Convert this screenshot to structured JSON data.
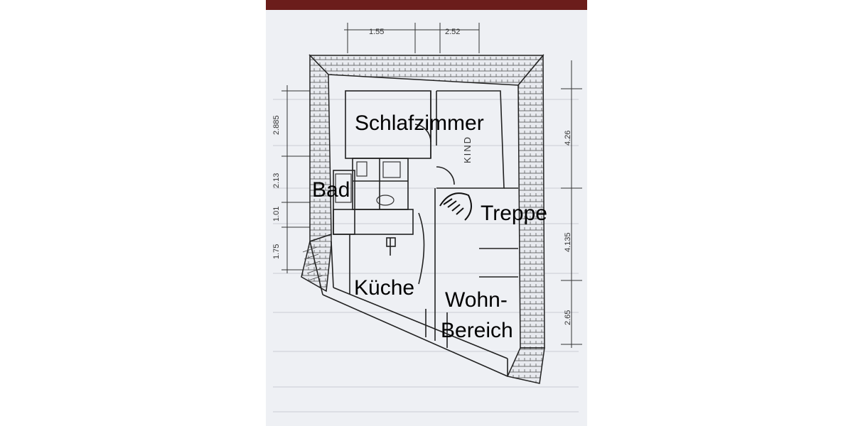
{
  "labels": {
    "schlafzimmer": "Schlafzimmer",
    "bad": "Bad",
    "treppe": "Treppe",
    "kueche": "Küche",
    "wohn": "Wohn-",
    "bereich": "Bereich"
  },
  "drawing": {
    "kind_label": "KIND",
    "dim_top_left": "1.55",
    "dim_top_right": "2.52",
    "dim_left_1": "2.885",
    "dim_left_2": "2.13",
    "dim_left_3": "1.01",
    "dim_left_4": "1.75",
    "dim_right_1": "4.26",
    "dim_right_2": "4.135",
    "dim_right_3": "2.65"
  }
}
